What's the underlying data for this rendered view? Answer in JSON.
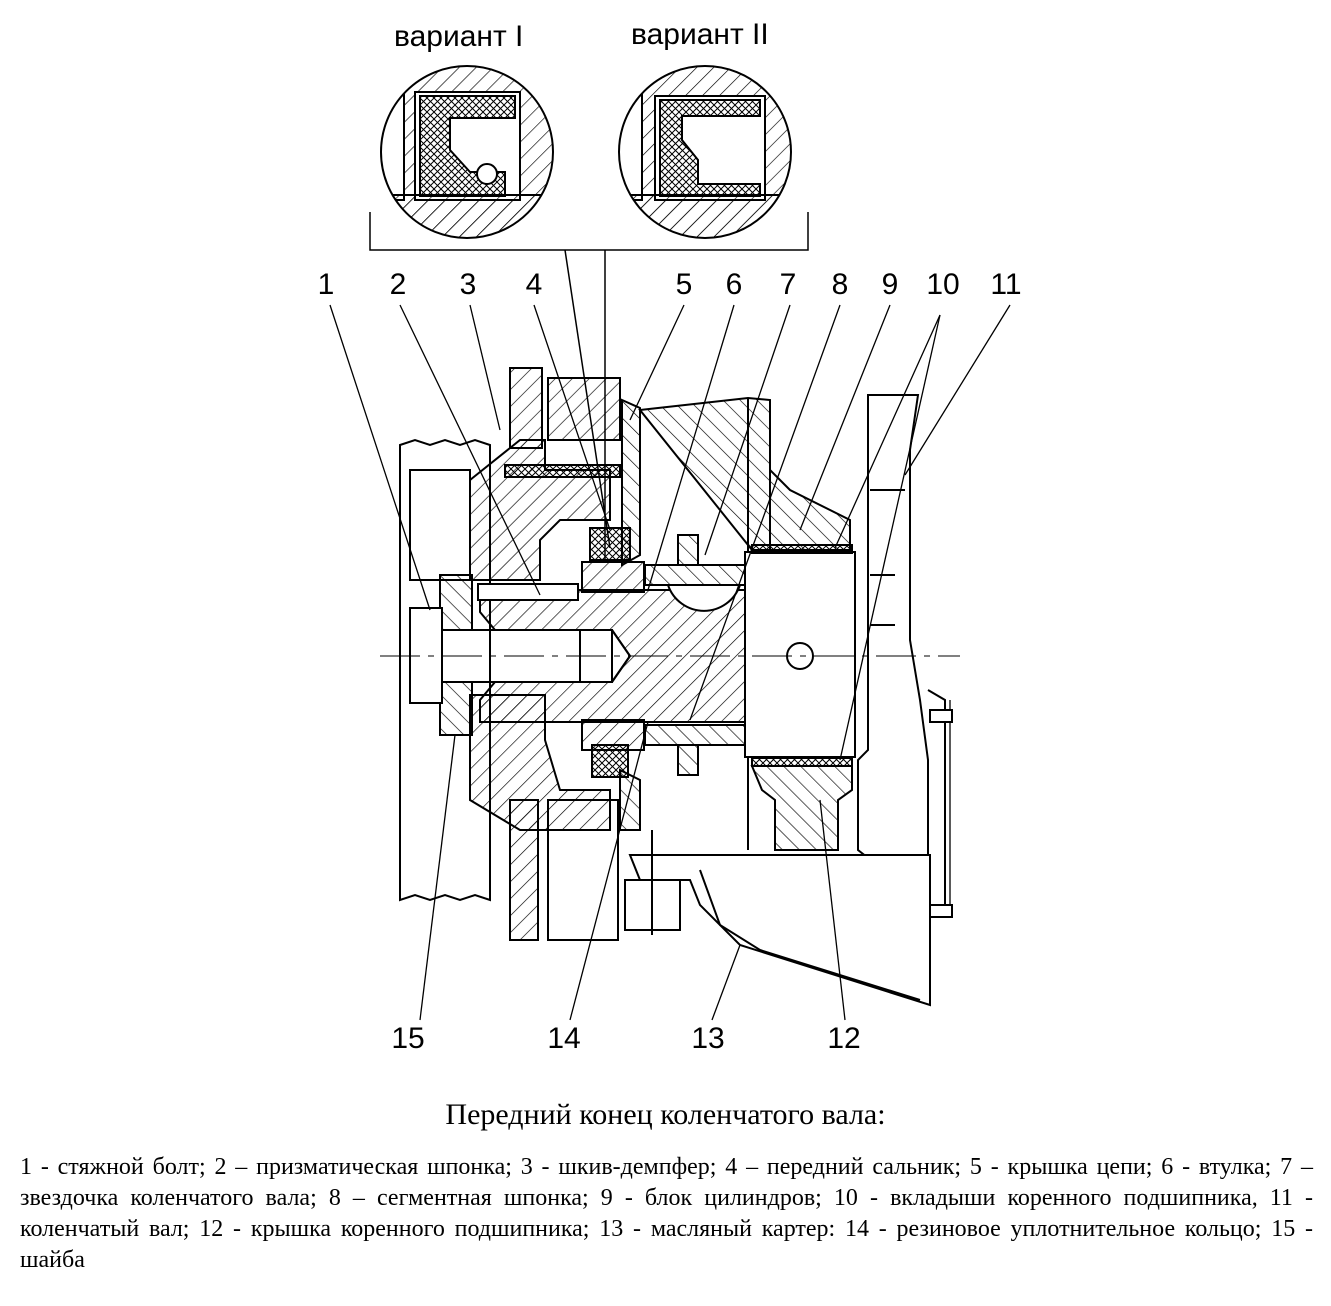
{
  "variants": [
    "вариант I",
    "вариант II"
  ],
  "callouts": [
    "1",
    "2",
    "3",
    "4",
    "5",
    "6",
    "7",
    "8",
    "9",
    "10",
    "11",
    "12",
    "13",
    "14",
    "15"
  ],
  "caption": {
    "title": "Передний конец коленчатого вала:",
    "legend": "1 - стяжной болт; 2 – призматическая шпонка; 3 - шкив-демпфер; 4 – передний сальник; 5 - крышка цепи; 6 - втулка; 7 – звездочка коленчатого вала; 8 – сегментная шпонка; 9 - блок цилиндров; 10 - вкладыши коренного подшипника, 11 - коленчатый вал; 12 - крышка коренного подшипника; 13 - масляный картер: 14 - резиновое уплотнительное кольцо; 15 - шайба"
  }
}
